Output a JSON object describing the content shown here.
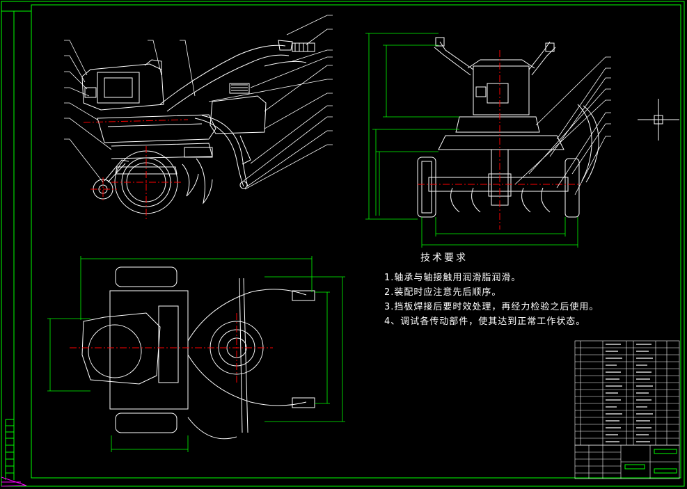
{
  "notes": {
    "title": "技术要求",
    "items": [
      "1.轴承与轴接触用润滑脂润滑。",
      "2.装配时应注意先后顺序。",
      "3.挡板焊接后要时效处理，再经力检验之后使用。",
      "4、调试各传动部件，使其达到正常工作状态。"
    ]
  },
  "colors": {
    "background": "#000000",
    "frame": "#00ff00",
    "outline": "#ffffff",
    "centerline": "#ff0000",
    "leader": "#ffffff",
    "dimension": "#00ff00",
    "accent": "#ff00ff"
  }
}
